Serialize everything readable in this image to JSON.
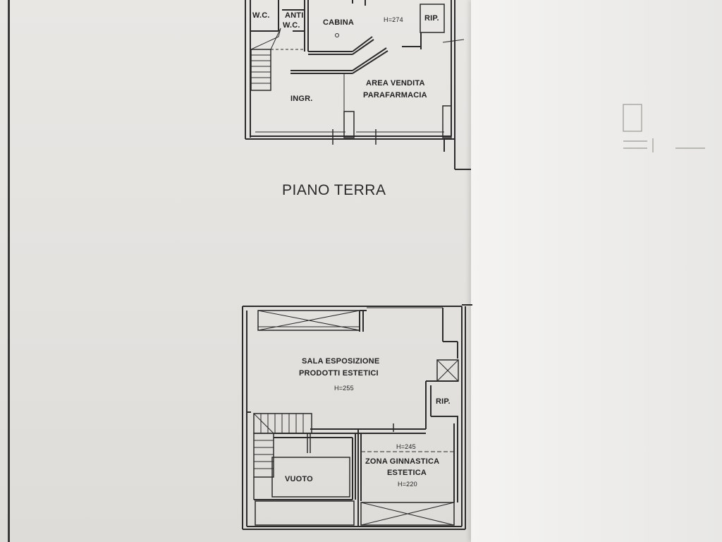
{
  "title": "PIANO TERRA",
  "ground_floor": {
    "wc": "W.C.",
    "anti_wc": [
      "ANTI",
      "W.C."
    ],
    "cabina": "CABINA",
    "height": "H=274",
    "rip": "RIP.",
    "ingresso": "INGR.",
    "area_vendita": [
      "AREA VENDITA",
      "PARAFARMACIA"
    ]
  },
  "upper_floor": {
    "sala": [
      "SALA ESPOSIZIONE",
      "PRODOTTI ESTETICI"
    ],
    "sala_height": "H=255",
    "rip": "RIP.",
    "height_245": "H=245",
    "zona": [
      "ZONA GINNASTICA",
      "ESTETICA"
    ],
    "zona_height": "H=220",
    "vuoto": "VUOTO"
  }
}
